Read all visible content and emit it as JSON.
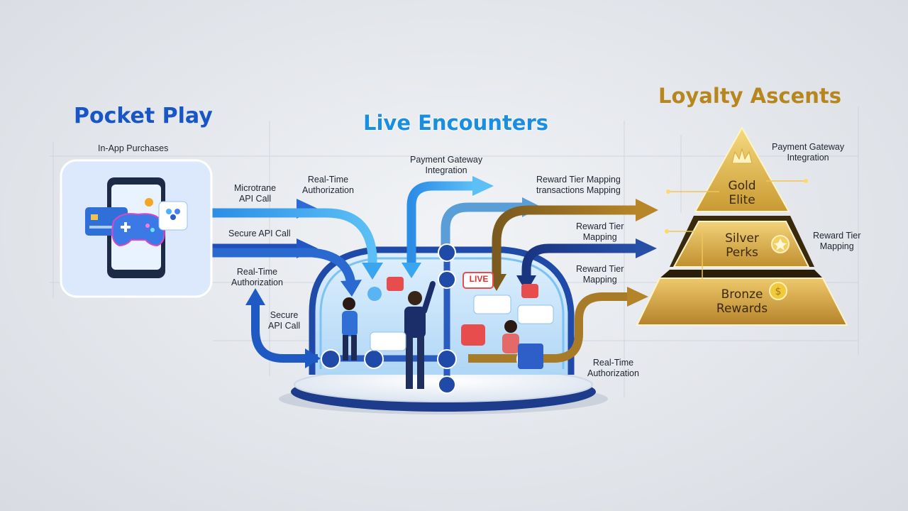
{
  "sections": {
    "left": {
      "title": "Pocket Play",
      "subtitle": "In-App Purchases"
    },
    "center": {
      "title": "Live Encounters"
    },
    "right": {
      "title": "Loyalty Ascents"
    }
  },
  "tiers": [
    {
      "line1": "Gold",
      "line2": "Elite",
      "icon": "crown-icon"
    },
    {
      "line1": "Silver",
      "line2": "Perks",
      "icon": "star-badge-icon"
    },
    {
      "line1": "Bronze",
      "line2": "Rewards",
      "icon": "coin-icon"
    }
  ],
  "labels": {
    "microtrane": [
      "Microtrane",
      "API Call"
    ],
    "realtime_auth_top": [
      "Real-Time",
      "Authorization"
    ],
    "secure_api_1": [
      "Secure API Call"
    ],
    "realtime_auth_left": [
      "Real-Time",
      "Authorization"
    ],
    "secure_api_2": [
      "Secure",
      "API Call"
    ],
    "payment_gateway_center": [
      "Payment Gateway",
      "Integration"
    ],
    "reward_tier_top": [
      "Reward Tier Mapping",
      "transactions Mapping"
    ],
    "reward_tier_mid": [
      "Reward Tier",
      "Mapping"
    ],
    "reward_tier_low": [
      "Reward Tier",
      "Mapping"
    ],
    "realtime_auth_bottom": [
      "Real-Time",
      "Authorization"
    ],
    "payment_gateway_right": [
      "Payment Gateway",
      "Integration"
    ],
    "reward_tier_right": [
      "Reward Tier",
      "Mapping"
    ]
  },
  "live_badge": "LIVE",
  "colors": {
    "blue_dark": "#1f4fb8",
    "blue_light": "#3aa6f0",
    "navy": "#1b3a8a",
    "gold": "#c89a2a",
    "gold_light": "#f1cf6a",
    "bronze_arrow": "#a77b27"
  }
}
